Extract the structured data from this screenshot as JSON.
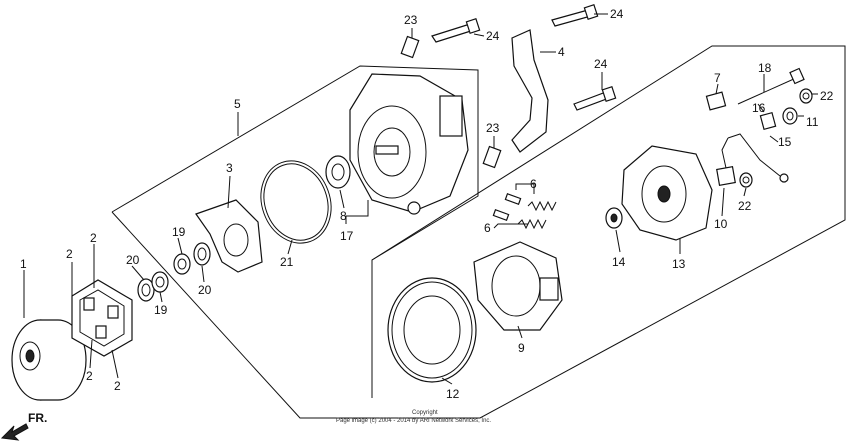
{
  "labels": {
    "l1": "1",
    "l2a": "2",
    "l2b": "2",
    "l2c": "2",
    "l2d": "2",
    "l3": "3",
    "l4": "4",
    "l5": "5",
    "l6a": "6",
    "l6b": "6",
    "l7": "7",
    "l8": "8",
    "l9": "9",
    "l10": "10",
    "l11": "11",
    "l12": "12",
    "l13": "13",
    "l14": "14",
    "l15": "15",
    "l16": "16",
    "l17": "17",
    "l18": "18",
    "l19a": "19",
    "l19b": "19",
    "l20a": "20",
    "l20b": "20",
    "l21": "21",
    "l22a": "22",
    "l22b": "22",
    "l23a": "23",
    "l23b": "23",
    "l24a": "24",
    "l24b": "24",
    "l24c": "24"
  },
  "direction": "FR.",
  "copyright": {
    "line1": "Copyright",
    "line2": "Page image (c) 2004 - 2014 by ARI Network Services, Inc."
  }
}
